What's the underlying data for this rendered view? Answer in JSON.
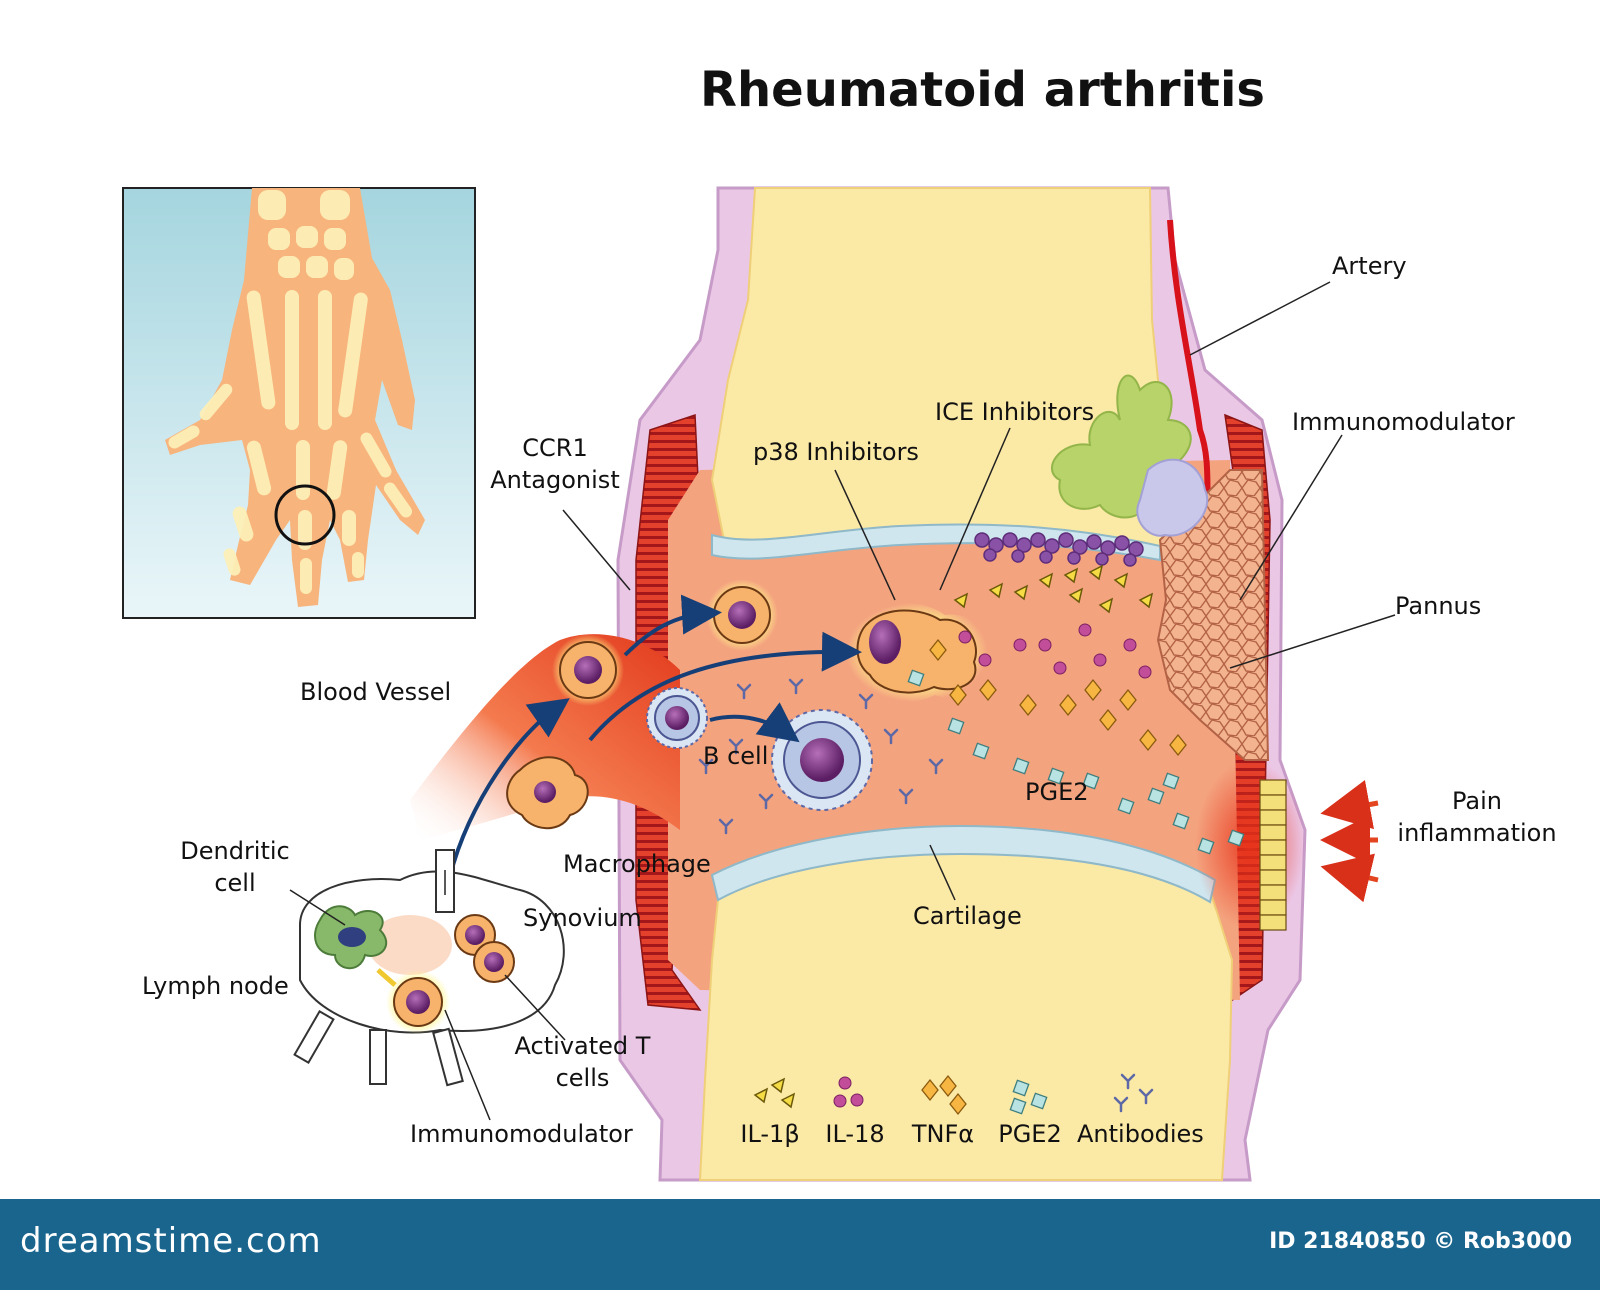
{
  "title": "Rheumatoid arthritis",
  "labels": {
    "artery": "Artery",
    "ice_inhibitors": "ICE Inhibitors",
    "p38_inhibitors": "p38 Inhibitors",
    "ccr1_line1": "CCR1",
    "ccr1_line2": "Antagonist",
    "immunomodulator_right": "Immunomodulator",
    "pannus": "Pannus",
    "blood_vessel": "Blood Vessel",
    "b_cell": "B cell",
    "pge2": "PGE2",
    "pain_line1": "Pain",
    "pain_line2": "inflammation",
    "dendritic_line1": "Dendritic",
    "dendritic_line2": "cell",
    "macrophage": "Macrophage",
    "synovium": "Synovium",
    "cartilage": "Cartilage",
    "lymph_node": "Lymph node",
    "activated_line1": "Activated T",
    "activated_line2": "cells",
    "immunomodulator_bottom": "Immunomodulator"
  },
  "legend": [
    "IL-1β",
    "IL-18",
    "TNFα",
    "PGE2",
    "Antibodies"
  ],
  "footer": {
    "brand": "dreamstime.com",
    "credit": "ID 21840850 © Rob3000"
  },
  "colors": {
    "bone": "#fbe9a6",
    "synovial_fluid": "#f6a783",
    "capsule": "#ebc7e6",
    "cartilage": "#cfe6ef",
    "artery": "#d7121a",
    "footer": "#19658e",
    "arrow": "#173f77"
  }
}
